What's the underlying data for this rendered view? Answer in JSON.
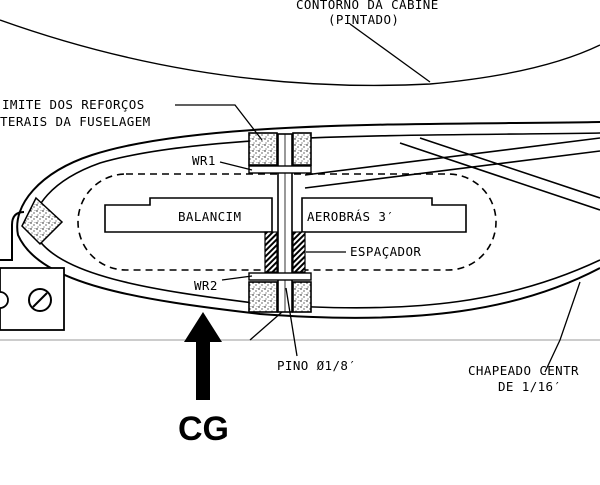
{
  "labels": {
    "cabin_contour_line1": "CONTORNO DA CABINE",
    "cabin_contour_line2": "(PINTADO)",
    "fuselage_limit_line1": "IMITE DOS REFORÇOS",
    "fuselage_limit_line2": "TERAIS DA FUSELAGEM",
    "wr1": "WR1",
    "wr2": "WR2",
    "balancim": "BALANCIM",
    "aerobras": "AEROBRÁS 3′",
    "espacador": "ESPAÇADOR",
    "pino": "PINO Ø1/8′",
    "chapeado_line1": "CHAPEADO CENTR",
    "chapeado_line2": "DE 1/16′",
    "cg": "CG"
  },
  "colors": {
    "ink": "#000000",
    "paper": "#ffffff",
    "guide": "#9a9a9a"
  }
}
